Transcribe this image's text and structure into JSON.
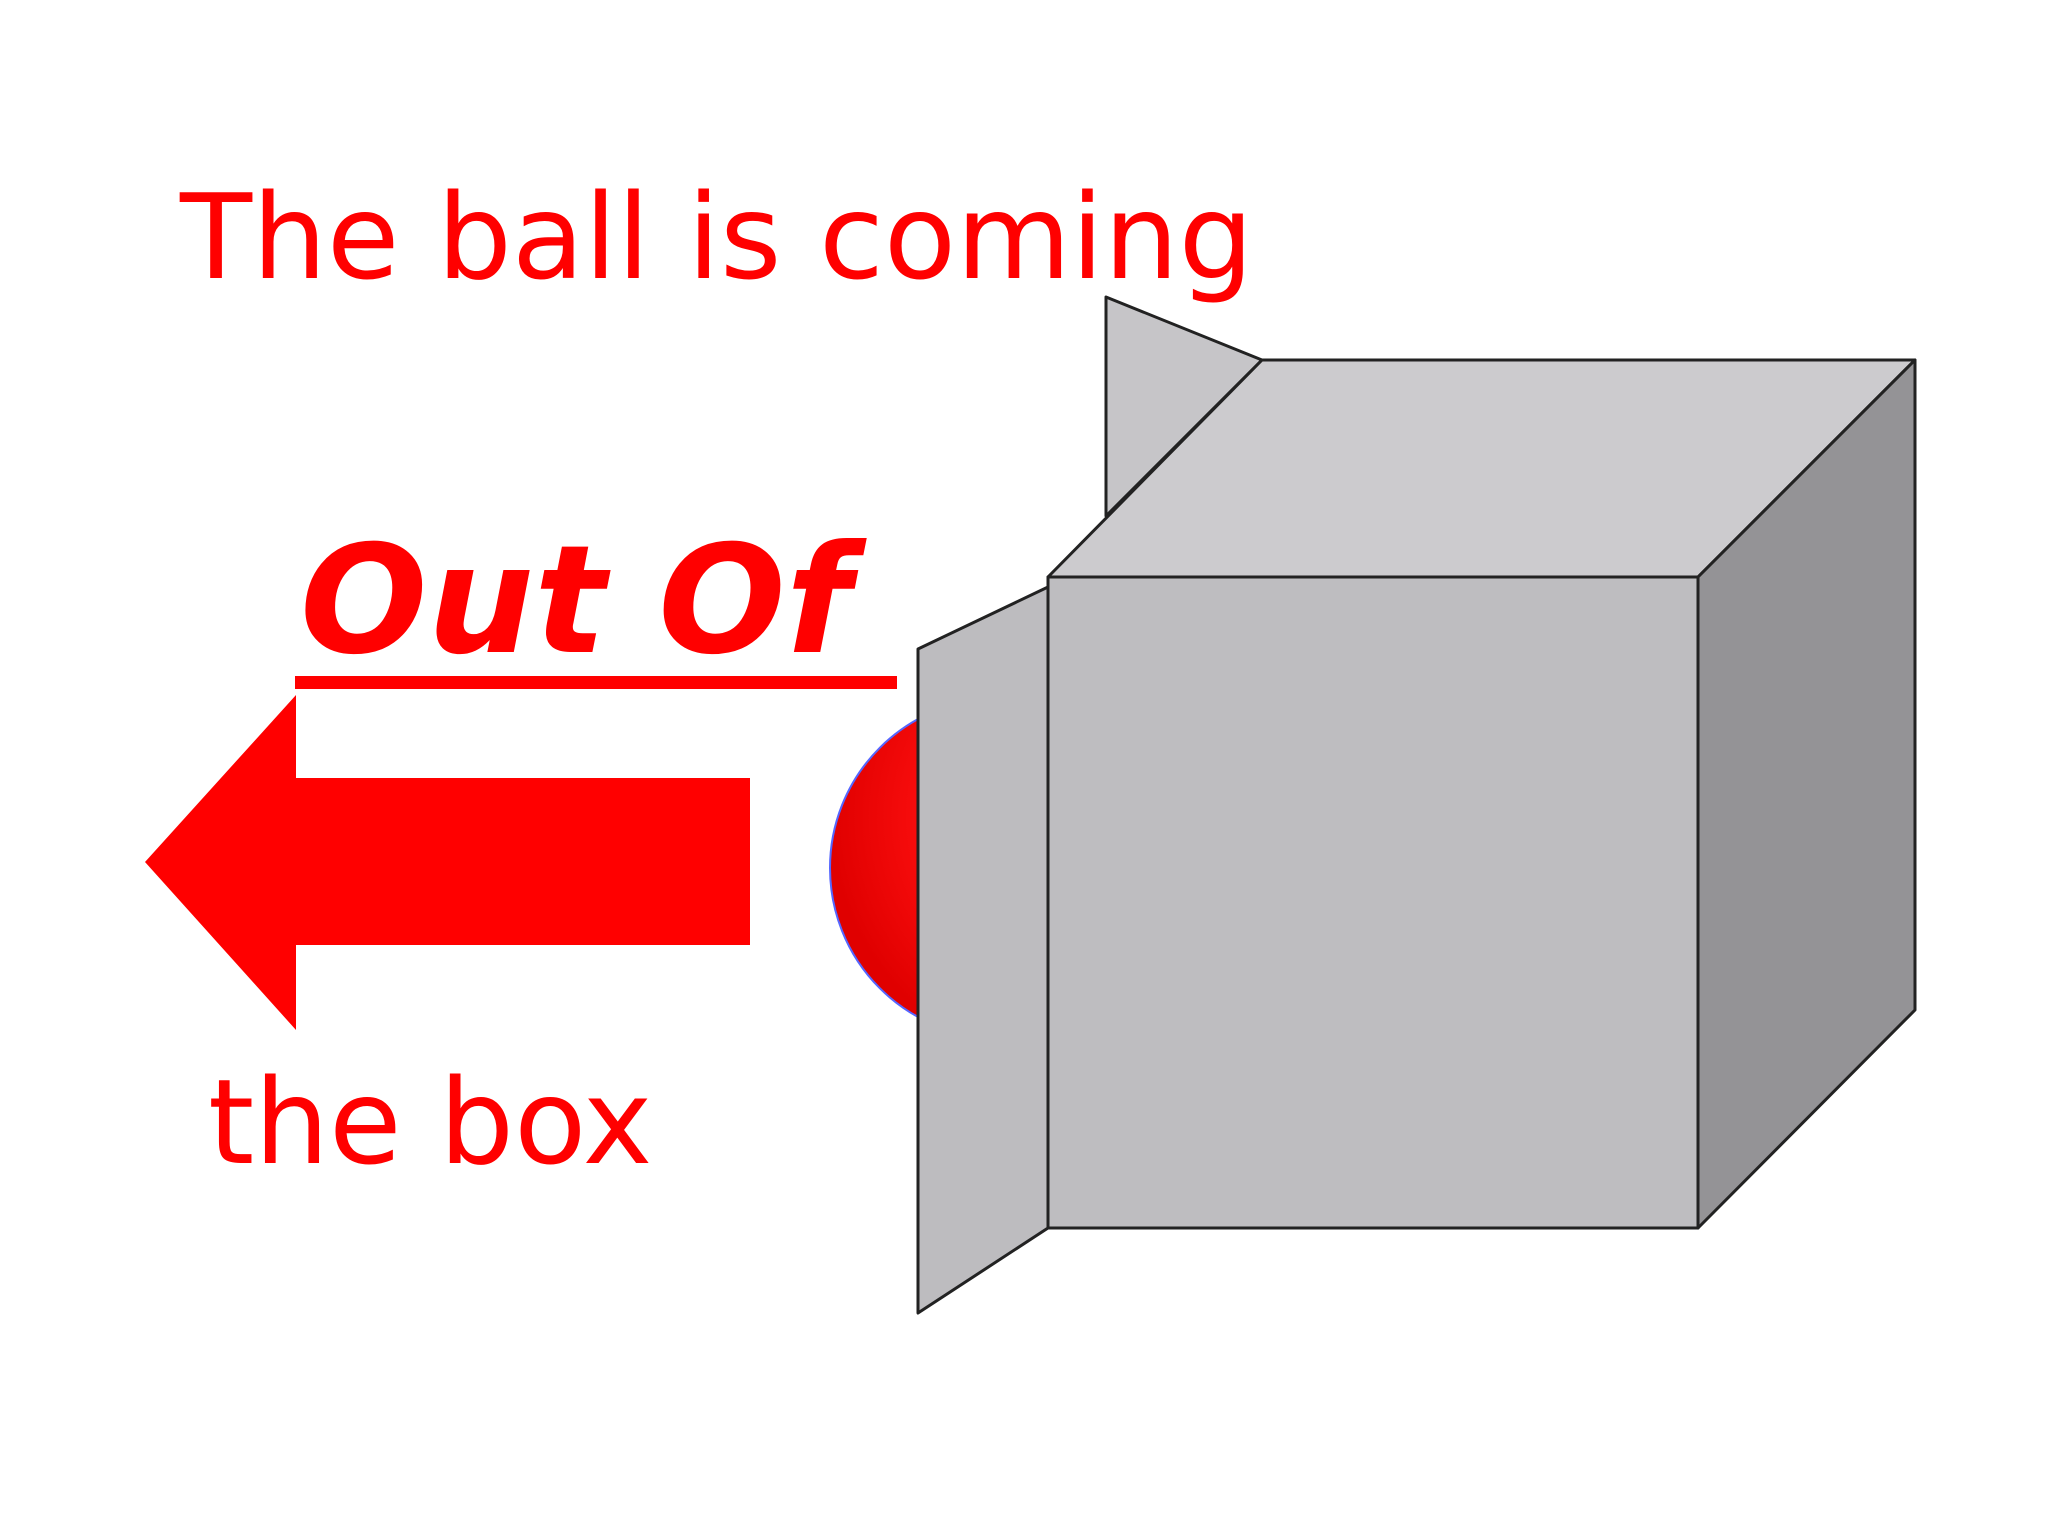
{
  "diagram": {
    "heading": "The ball is coming",
    "emphasis": "Out Of",
    "caption": "the box"
  },
  "colors": {
    "text": "#ff0000",
    "arrow": "#ff0000",
    "ball": "#ff1a1a",
    "box_front": "#bebdc0",
    "box_top": "#cccbce",
    "box_side": "#949396",
    "flap": "#bdbcbf",
    "outline": "#222222"
  },
  "icons": {
    "arrow": "arrow-left-icon",
    "ball": "ball-icon",
    "box": "open-box-icon"
  }
}
